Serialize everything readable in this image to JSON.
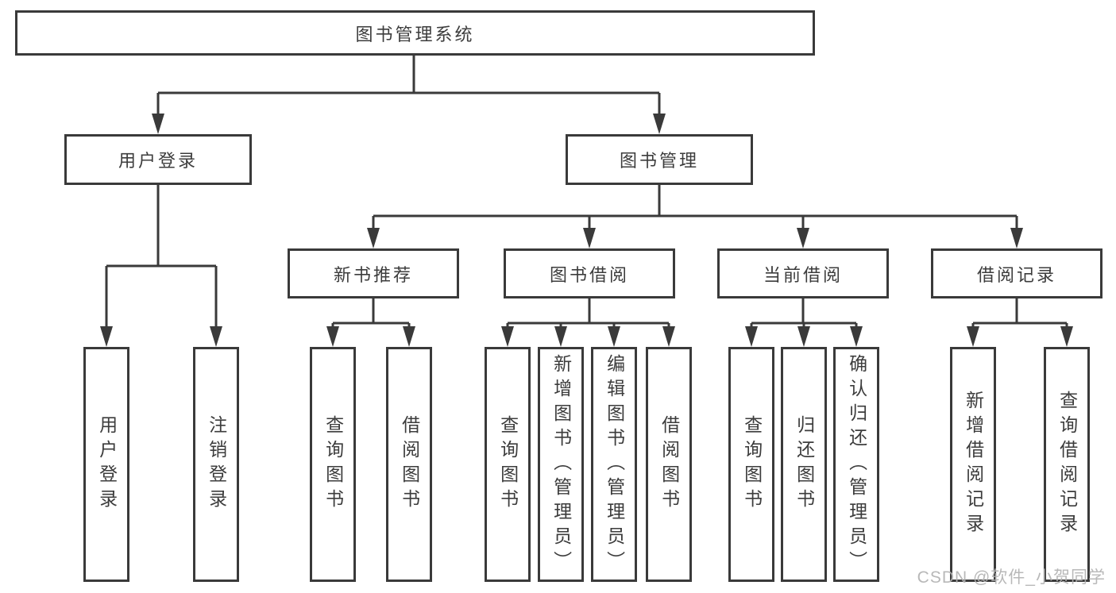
{
  "diagram": {
    "root": {
      "label": "图书管理系统"
    },
    "level2": {
      "user_login": {
        "label": "用户登录"
      },
      "book_mgmt": {
        "label": "图书管理"
      }
    },
    "level3": {
      "new_book_rec": {
        "label": "新书推荐"
      },
      "book_borrow": {
        "label": "图书借阅"
      },
      "current_borrow": {
        "label": "当前借阅"
      },
      "borrow_records": {
        "label": "借阅记录"
      }
    },
    "leaves": {
      "user_login_children": [
        "用户登录",
        "注销登录"
      ],
      "new_book_rec_children": [
        "查询图书",
        "借阅图书"
      ],
      "book_borrow_children": [
        "查询图书",
        "新增图书（管理员）",
        "编辑图书（管理员）",
        "借阅图书"
      ],
      "current_borrow_children": [
        "查询图书",
        "归还图书",
        "确认归还（管理员）"
      ],
      "borrow_records_children": [
        "新增借阅记录",
        "查询借阅记录"
      ]
    }
  },
  "watermark": "CSDN @软件_小贺同学",
  "colors": {
    "line": "#3a3a3a",
    "text": "#3c3c3c",
    "watermark": "#b2b2b2",
    "background": "#ffffff"
  }
}
